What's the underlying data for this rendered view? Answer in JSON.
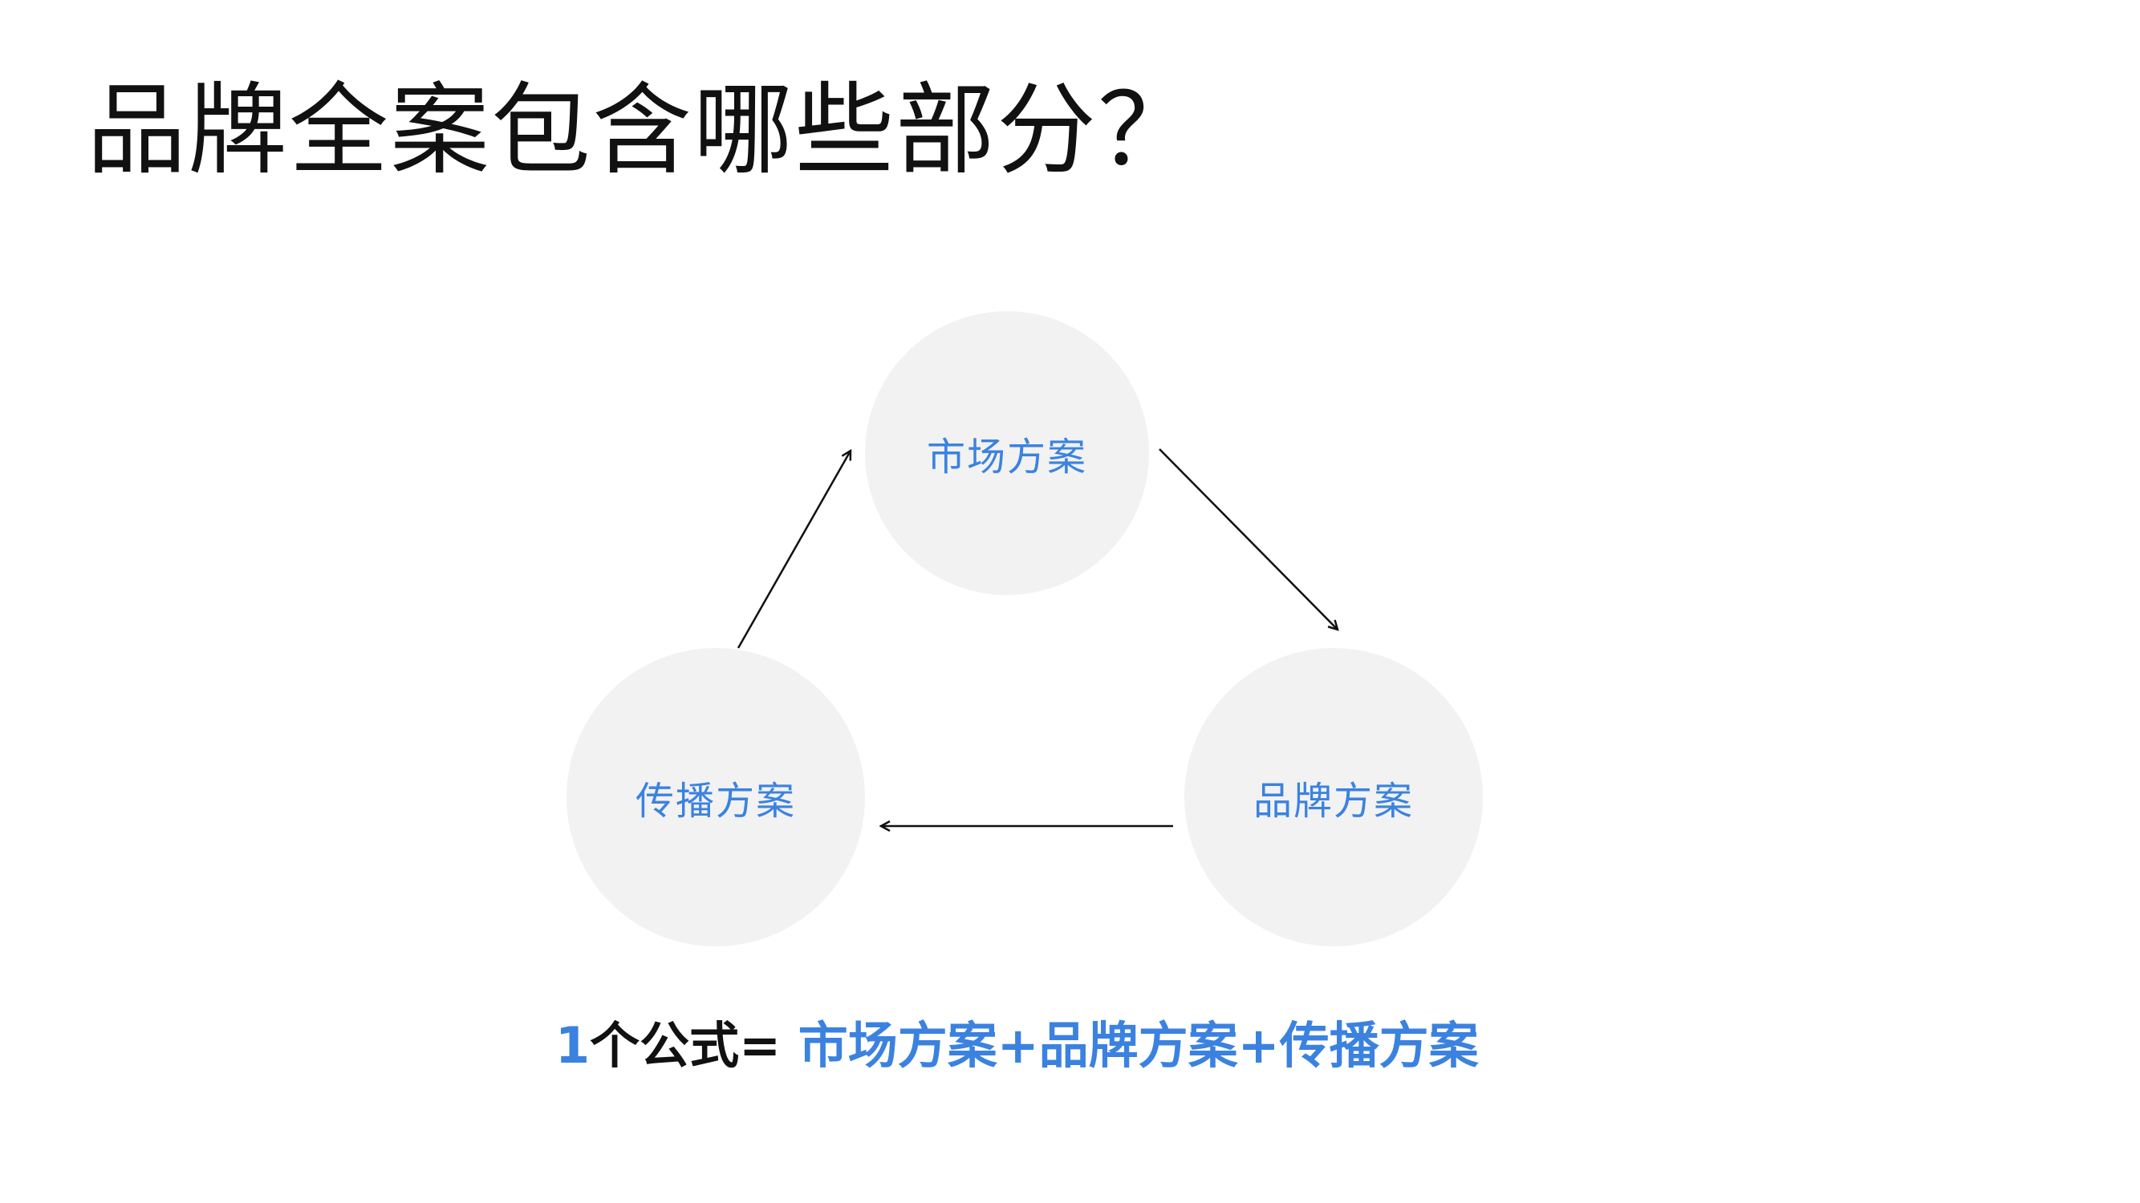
{
  "title": "品牌全案包含哪些部分？",
  "diagram": {
    "nodes": {
      "market": "市场方案",
      "brand": "品牌方案",
      "spread": "传播方案"
    },
    "flow": [
      "market",
      "brand",
      "spread",
      "market"
    ]
  },
  "formula": {
    "number": "1",
    "lead": "个公式",
    "equals": "= ",
    "items": " 市场方案+品牌方案+传播方案"
  },
  "colors": {
    "accent": "#3b82e0",
    "node_fill": "#f2f2f2",
    "text": "#111111"
  }
}
